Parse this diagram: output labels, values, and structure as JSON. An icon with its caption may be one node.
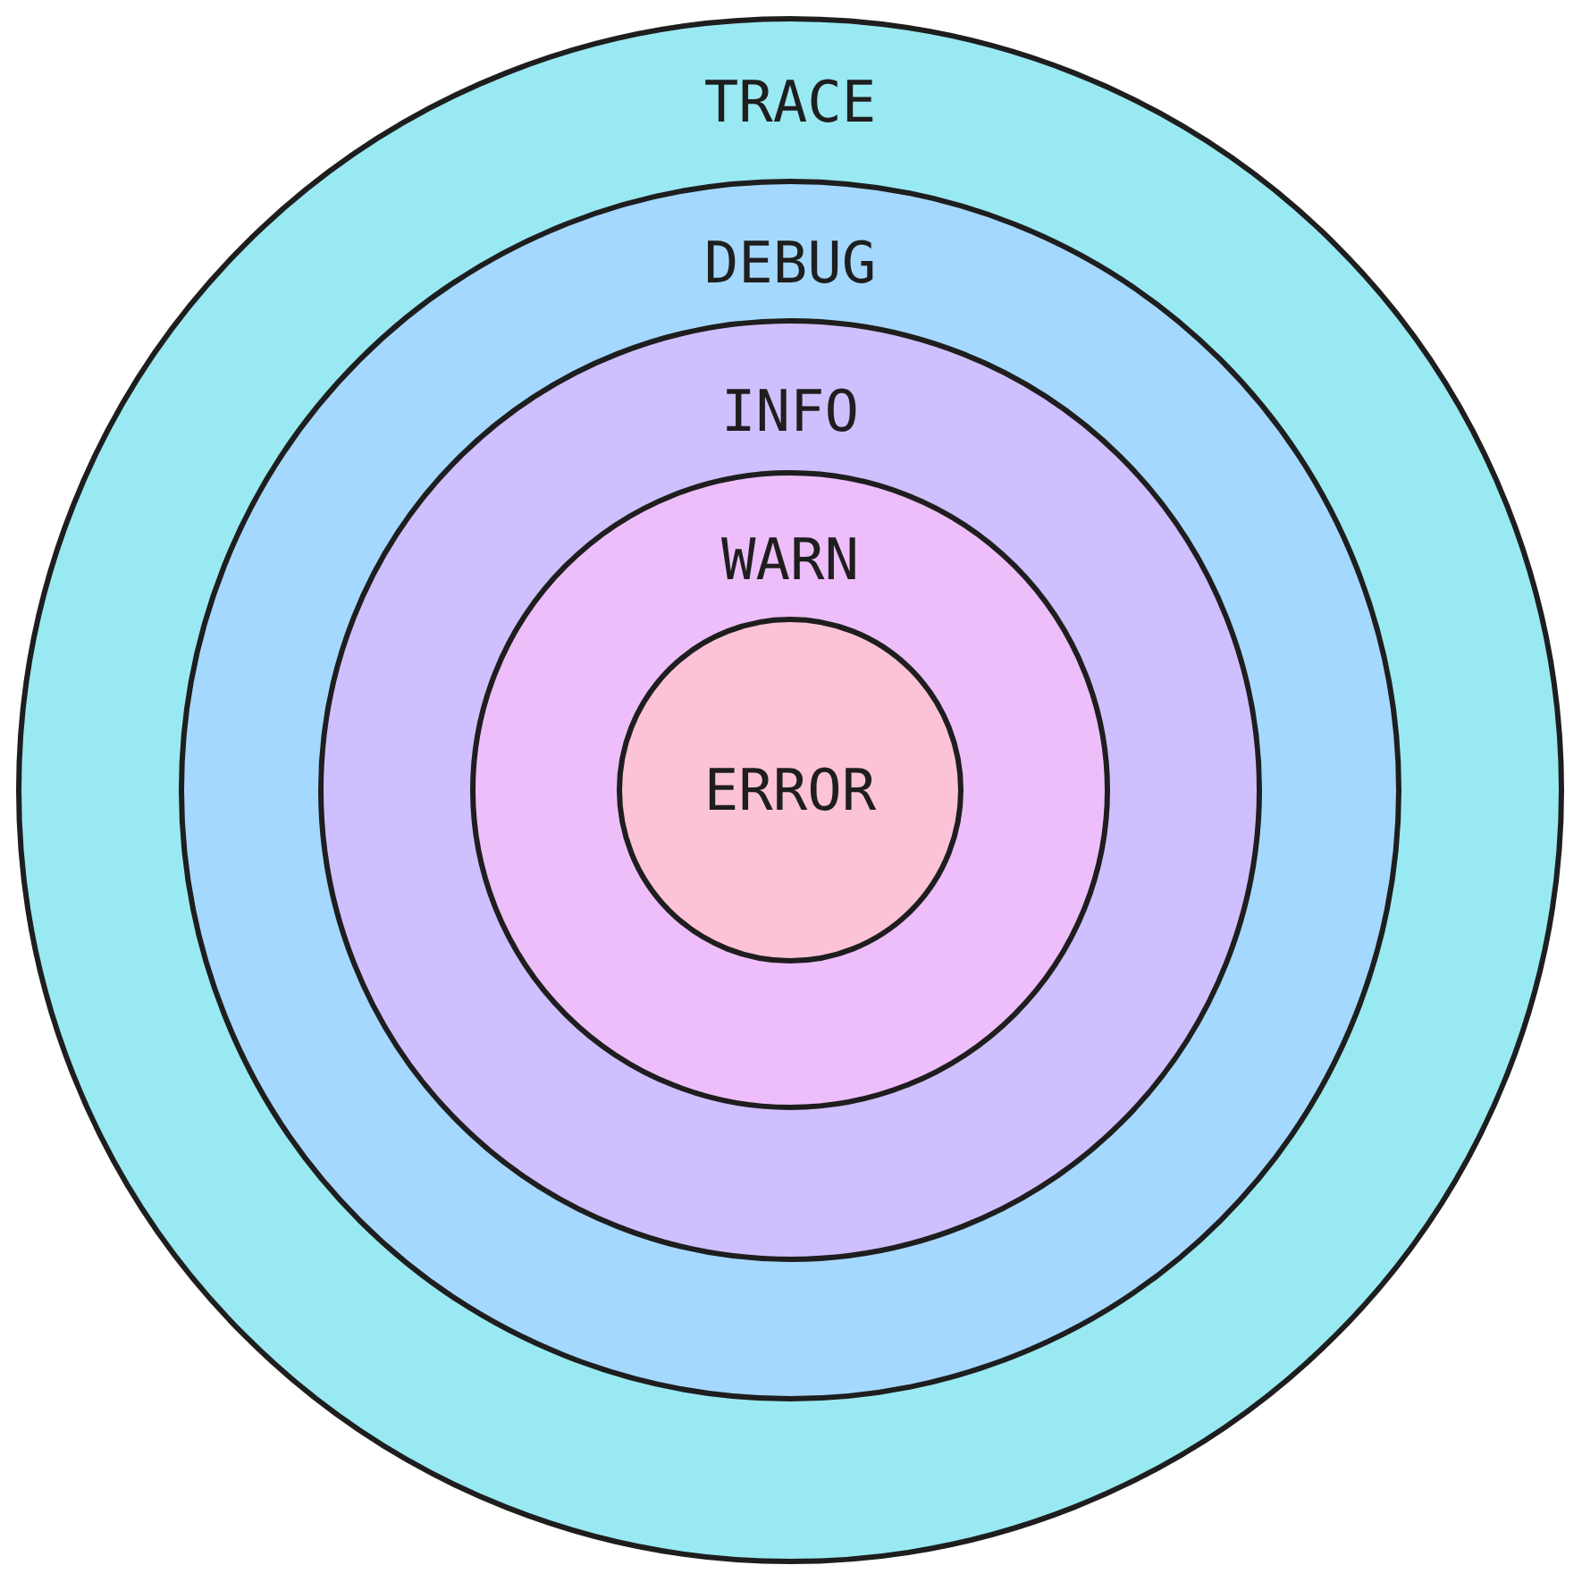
{
  "diagram": {
    "nodes": [
      {
        "text": [
          "TRACE"
        ]
      },
      {
        "text": [
          "DEBUG"
        ],
        "in": 0
      },
      {
        "text": [
          "INFO"
        ],
        "in": 1
      },
      {
        "text": [
          "WARN"
        ],
        "in": 2
      },
      {
        "text": [
          "ERROR"
        ],
        "in": 3
      }
    ]
  }
}
